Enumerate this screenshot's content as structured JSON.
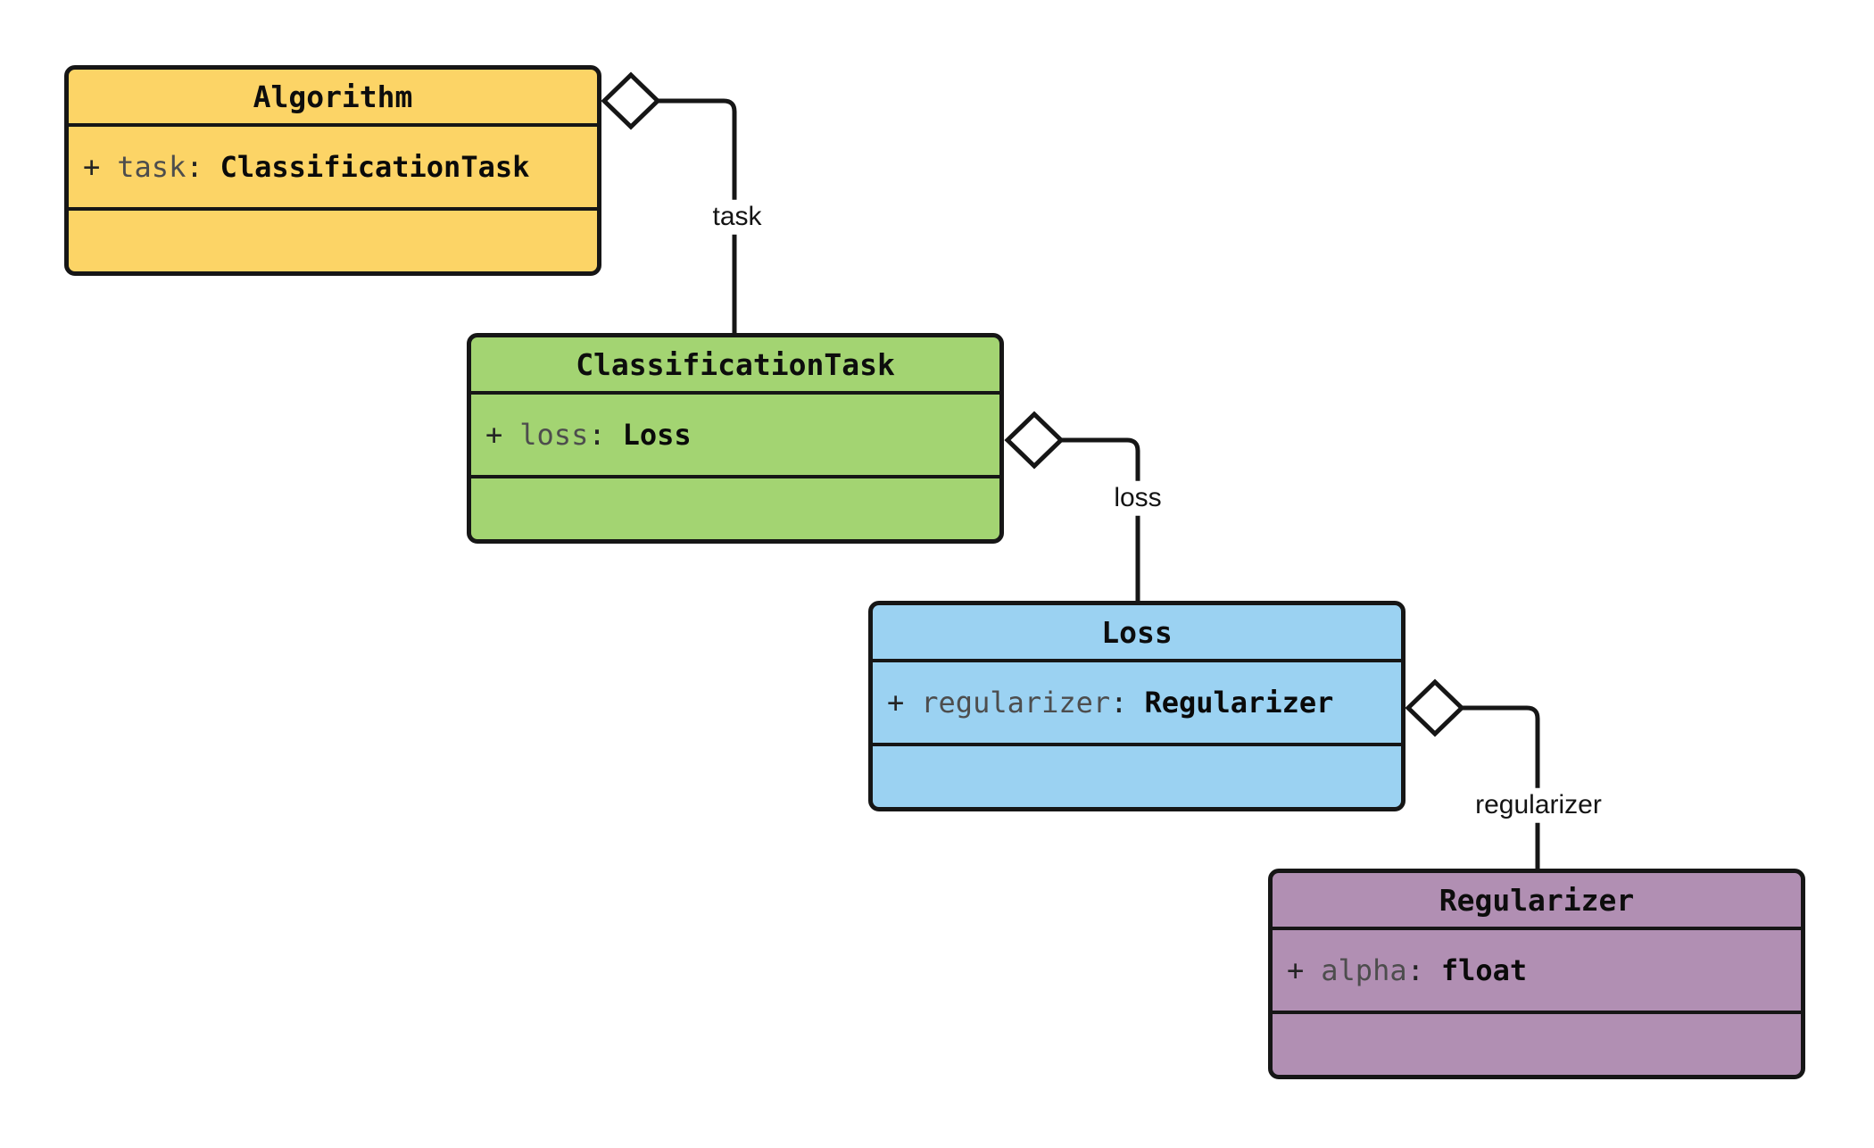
{
  "diagram": {
    "type": "uml-class-diagram",
    "background": "#ffffff",
    "colors": {
      "line": "#161616",
      "diamond_fill": "#ffffff",
      "label_background": "#ffffff"
    },
    "classes": [
      {
        "name": "Algorithm",
        "fill": "#fcd466",
        "attribute": {
          "visibility": "+",
          "name": "task",
          "separator": ":",
          "type": "ClassificationTask"
        }
      },
      {
        "name": "ClassificationTask",
        "fill": "#a3d472",
        "attribute": {
          "visibility": "+",
          "name": "loss",
          "separator": ":",
          "type": "Loss"
        }
      },
      {
        "name": "Loss",
        "fill": "#9bd2f2",
        "attribute": {
          "visibility": "+",
          "name": "regularizer",
          "separator": ":",
          "type": "Regularizer"
        }
      },
      {
        "name": "Regularizer",
        "fill": "#b18fb3",
        "attribute": {
          "visibility": "+",
          "name": "alpha",
          "separator": ":",
          "type": "float"
        }
      }
    ],
    "relationships": [
      {
        "from": "Algorithm",
        "to": "ClassificationTask",
        "kind": "aggregation",
        "diamond": "hollow",
        "label": "task"
      },
      {
        "from": "ClassificationTask",
        "to": "Loss",
        "kind": "aggregation",
        "diamond": "hollow",
        "label": "loss"
      },
      {
        "from": "Loss",
        "to": "Regularizer",
        "kind": "aggregation",
        "diamond": "hollow",
        "label": "regularizer"
      }
    ]
  }
}
